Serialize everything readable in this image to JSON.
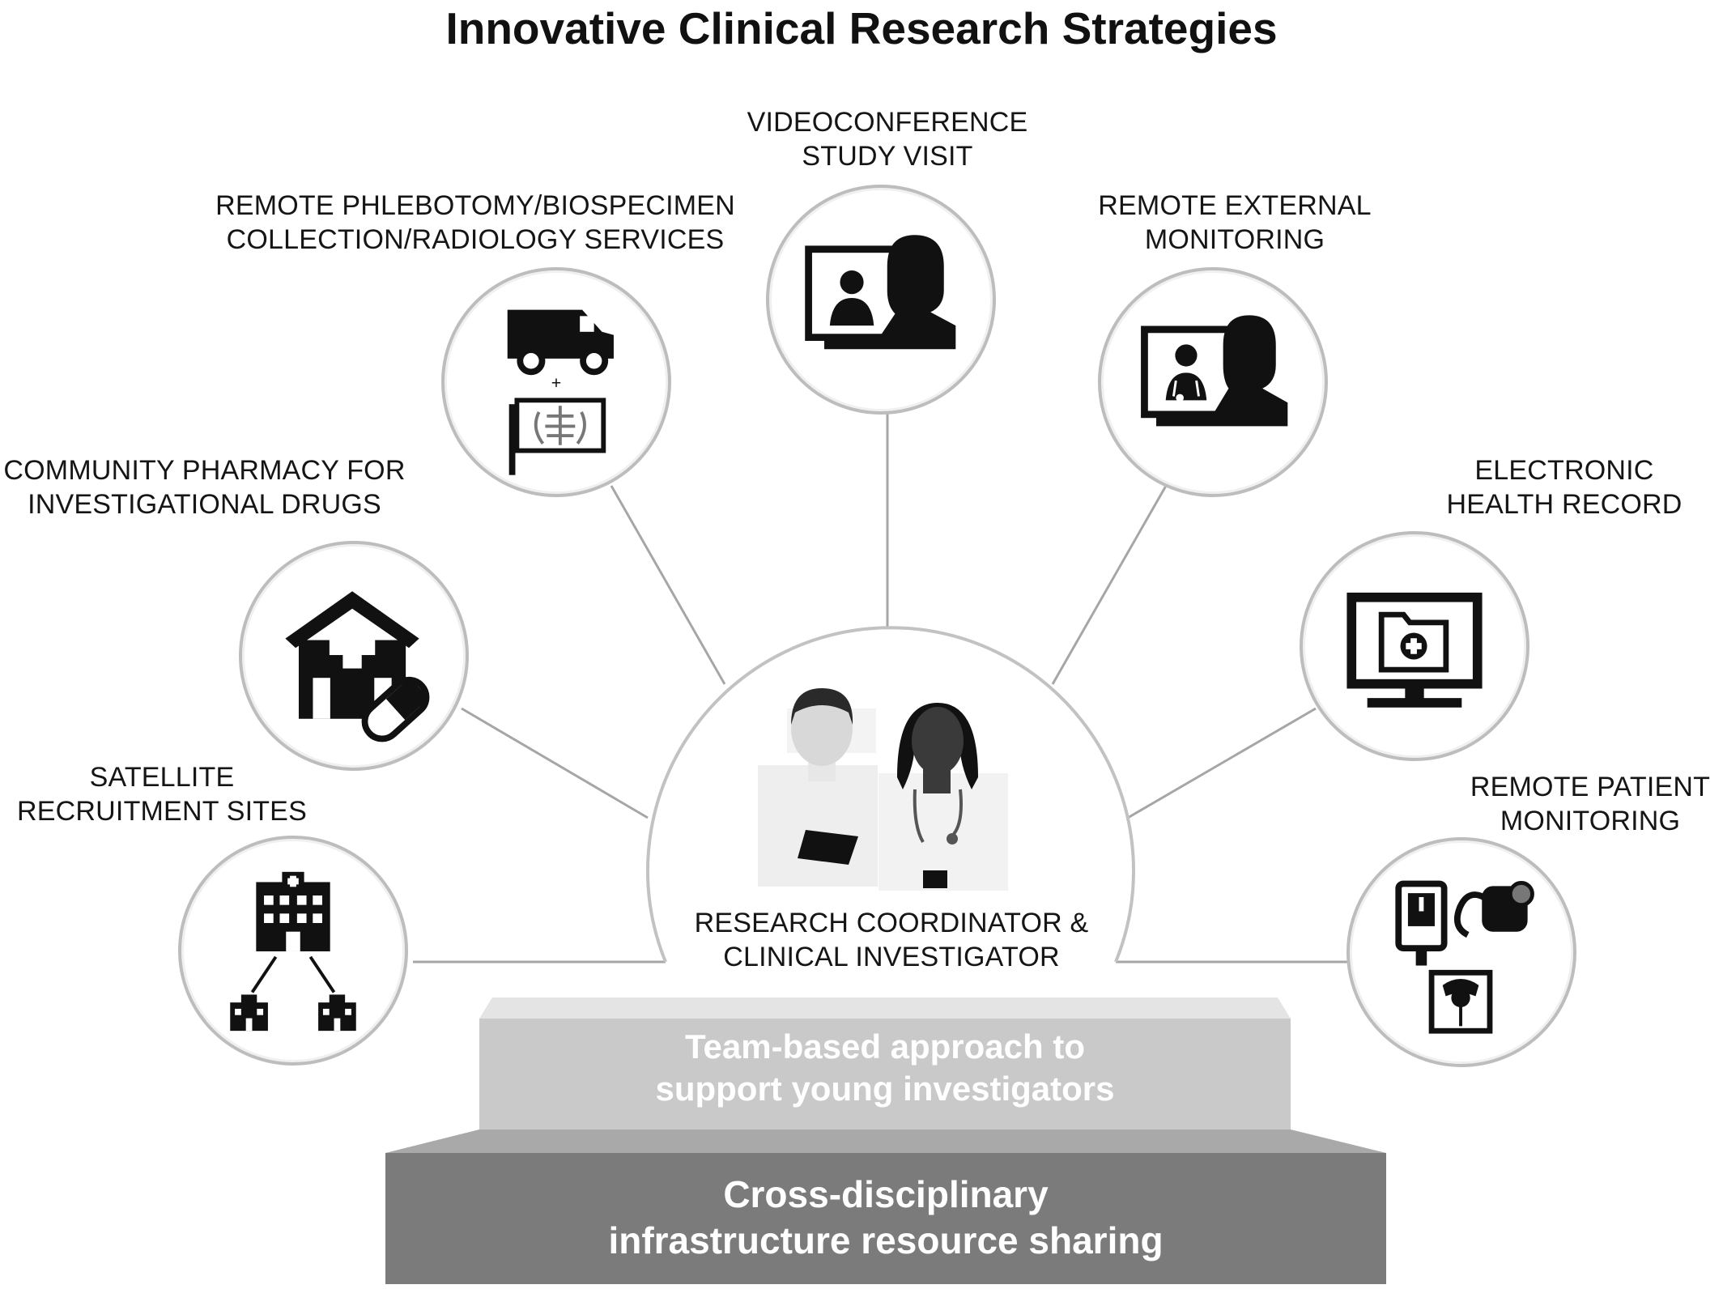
{
  "title": "Innovative Clinical Research Strategies",
  "center": {
    "label_line1": "RESEARCH COORDINATOR &",
    "label_line2": "CLINICAL INVESTIGATOR"
  },
  "nodes": [
    {
      "id": "videoconference",
      "line1": "VIDEOCONFERENCE",
      "line2": "STUDY VISIT",
      "icon": "videoconference-icon"
    },
    {
      "id": "phlebotomy",
      "line1": "REMOTE PHLEBOTOMY/BIOSPECIMEN",
      "line2": "COLLECTION/RADIOLOGY SERVICES",
      "icon": "van-xray-icon"
    },
    {
      "id": "external-monitoring",
      "line1": "REMOTE EXTERNAL",
      "line2": "MONITORING",
      "icon": "remote-monitor-icon"
    },
    {
      "id": "pharmacy",
      "line1": "COMMUNITY PHARMACY FOR",
      "line2": "INVESTIGATIONAL DRUGS",
      "icon": "pharmacy-pill-icon"
    },
    {
      "id": "ehr",
      "line1": "ELECTRONIC",
      "line2": "HEALTH RECORD",
      "icon": "ehr-monitor-icon"
    },
    {
      "id": "satellite",
      "line1": "SATELLITE",
      "line2": "RECRUITMENT SITES",
      "icon": "hospital-network-icon"
    },
    {
      "id": "patient-monitoring",
      "line1": "REMOTE PATIENT",
      "line2": "MONITORING",
      "icon": "medical-devices-icon"
    }
  ],
  "tiers": {
    "upper_line1": "Team-based approach to",
    "upper_line2": "support young investigators",
    "lower_line1": "Cross-disciplinary",
    "lower_line2": "infrastructure resource sharing"
  },
  "colors": {
    "upper_tier": "#c9c9c9",
    "lower_tier": "#7b7b7b",
    "circle_border": "#bdbdbd",
    "connector": "#a6a6a6",
    "icon": "#111111"
  }
}
